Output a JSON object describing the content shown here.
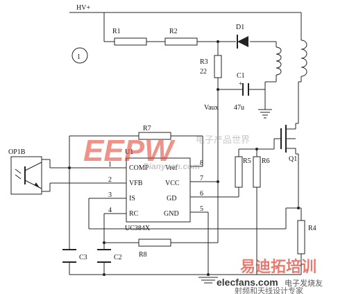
{
  "labels": {
    "hv": "HV+",
    "circle": "1",
    "r1": "R1",
    "r2": "R2",
    "r3": "R3",
    "r3_val": "22",
    "d1": "D1",
    "c1": "C1",
    "c1_val": "47u",
    "vaux": "Vaux",
    "r7": "R7",
    "r5": "R5",
    "r6": "R6",
    "q1": "Q1",
    "r4": "R4",
    "op1b": "OP1B",
    "u1": "U1",
    "ic": "UC384X",
    "c3": "C3",
    "c2": "C2",
    "r8": "R8"
  },
  "ic_pins_left": [
    {
      "num": "1",
      "name": "COMP"
    },
    {
      "num": "2",
      "name": "VFB"
    },
    {
      "num": "3",
      "name": "IS"
    },
    {
      "num": "4",
      "name": "RC"
    }
  ],
  "ic_pins_right": [
    {
      "num": "8",
      "name": "Vref"
    },
    {
      "num": "7",
      "name": "VCC"
    },
    {
      "num": "6",
      "name": "GD"
    },
    {
      "num": "5",
      "name": "GND"
    }
  ],
  "watermarks": {
    "eepw_logo": "EEPW",
    "eepw_cn": "电子产品世界",
    "eepw_url": "Dianyuan.com",
    "elecfans_cn": "易迪拓培训",
    "elecfans": "elecfans.com",
    "elecfans_sub": "电子发烧友",
    "bottom_cn": "射频和天线设计专家"
  },
  "colors": {
    "line": "#222222",
    "watermark_red": "#e23a2a",
    "watermark_gray": "#9a9a9a"
  }
}
